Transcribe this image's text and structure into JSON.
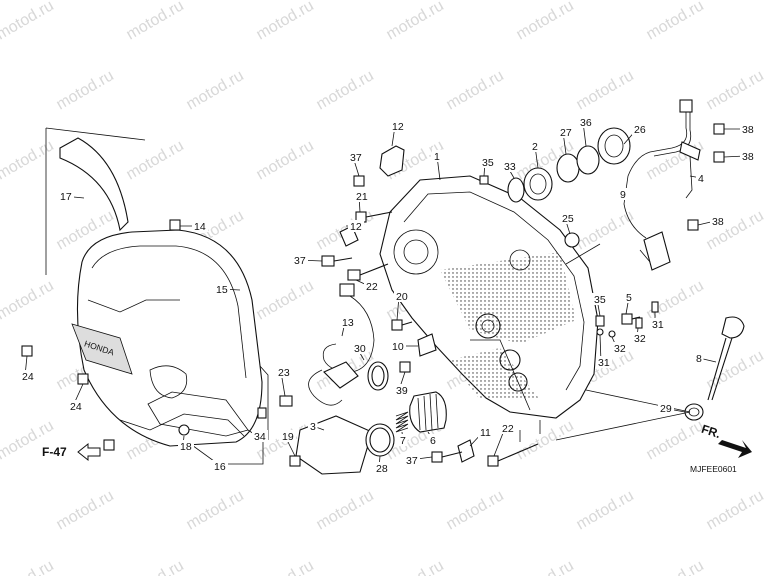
{
  "watermark": "motod.ru",
  "diagram_code": "MJFEE0601",
  "front_marker": "FR.",
  "reference": "F-47",
  "callouts": [
    "1",
    "2",
    "3",
    "4",
    "5",
    "6",
    "7",
    "8",
    "9",
    "10",
    "11",
    "12",
    "13",
    "14",
    "15",
    "16",
    "17",
    "18",
    "19",
    "20",
    "21",
    "22",
    "23",
    "24",
    "25",
    "26",
    "27",
    "28",
    "29",
    "30",
    "31",
    "32",
    "33",
    "34",
    "35",
    "36",
    "37",
    "38",
    "39"
  ]
}
